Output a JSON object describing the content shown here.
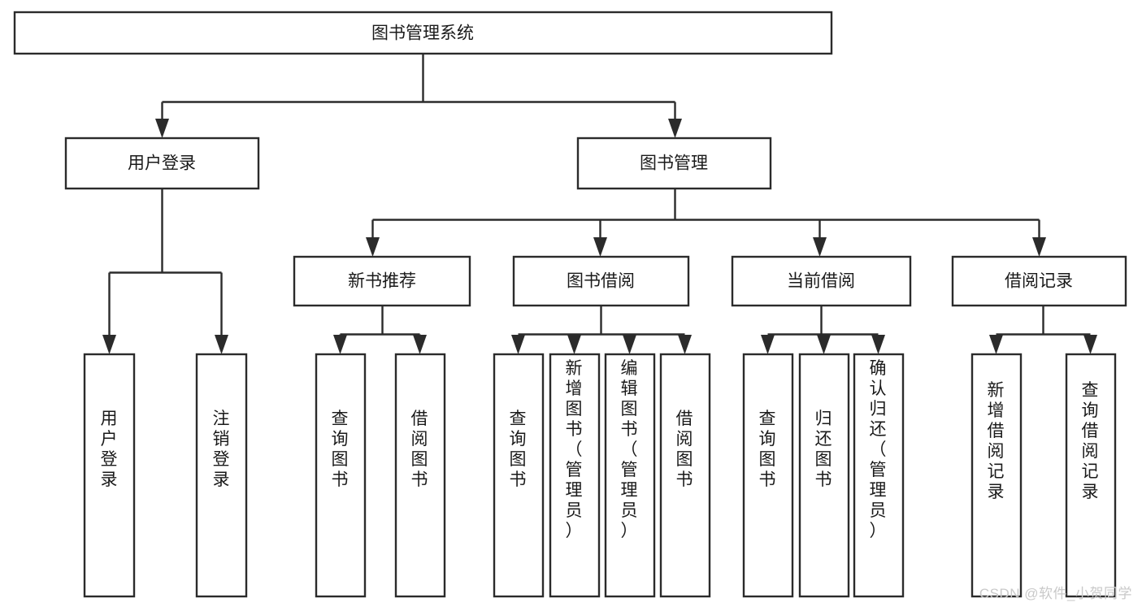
{
  "diagram": {
    "title": "图书管理系统",
    "type": "tree-hierarchy-chart",
    "colors": {
      "box_stroke": "#2b2b2b",
      "box_fill": "#ffffff",
      "connector": "#2b2b2b",
      "label_text": "#1a1a1a",
      "background": "#ffffff",
      "watermark": "#c9c9c9"
    },
    "levels": {
      "level1": [
        {
          "id": "root",
          "label": "图书管理系统",
          "orientation": "horizontal"
        }
      ],
      "level2": [
        {
          "id": "user-login",
          "label": "用户登录",
          "orientation": "horizontal"
        },
        {
          "id": "book-management",
          "label": "图书管理",
          "orientation": "horizontal"
        }
      ],
      "level3": [
        {
          "id": "new-book-recommend",
          "label": "新书推荐",
          "orientation": "horizontal"
        },
        {
          "id": "book-borrow",
          "label": "图书借阅",
          "orientation": "horizontal"
        },
        {
          "id": "current-borrow",
          "label": "当前借阅",
          "orientation": "horizontal"
        },
        {
          "id": "borrow-record",
          "label": "借阅记录",
          "orientation": "horizontal"
        }
      ],
      "level4": [
        {
          "id": "leaf-user-login",
          "label": "用户登录",
          "parent": "user-login",
          "orientation": "vertical"
        },
        {
          "id": "leaf-logout-login",
          "label": "注销登录",
          "parent": "user-login",
          "orientation": "vertical"
        },
        {
          "id": "leaf-query-book-1",
          "label": "查询图书",
          "parent": "new-book-recommend",
          "orientation": "vertical"
        },
        {
          "id": "leaf-borrow-book-1",
          "label": "借阅图书",
          "parent": "new-book-recommend",
          "orientation": "vertical"
        },
        {
          "id": "leaf-query-book-2",
          "label": "查询图书",
          "parent": "book-borrow",
          "orientation": "vertical"
        },
        {
          "id": "leaf-add-book",
          "label": "新增图书（管理员）",
          "parent": "book-borrow",
          "orientation": "vertical"
        },
        {
          "id": "leaf-edit-book",
          "label": "编辑图书（管理员）",
          "parent": "book-borrow",
          "orientation": "vertical"
        },
        {
          "id": "leaf-borrow-book-2",
          "label": "借阅图书",
          "parent": "book-borrow",
          "orientation": "vertical"
        },
        {
          "id": "leaf-query-book-3",
          "label": "查询图书",
          "parent": "current-borrow",
          "orientation": "vertical"
        },
        {
          "id": "leaf-return-book",
          "label": "归还图书",
          "parent": "current-borrow",
          "orientation": "vertical"
        },
        {
          "id": "leaf-confirm-return",
          "label": "确认归还（管理员）",
          "parent": "current-borrow",
          "orientation": "vertical"
        },
        {
          "id": "leaf-add-record",
          "label": "新增借阅记录",
          "parent": "borrow-record",
          "orientation": "vertical"
        },
        {
          "id": "leaf-query-record",
          "label": "查询借阅记录",
          "parent": "borrow-record",
          "orientation": "vertical"
        }
      ]
    },
    "watermark": "CSDN @软件_小贺同学"
  }
}
